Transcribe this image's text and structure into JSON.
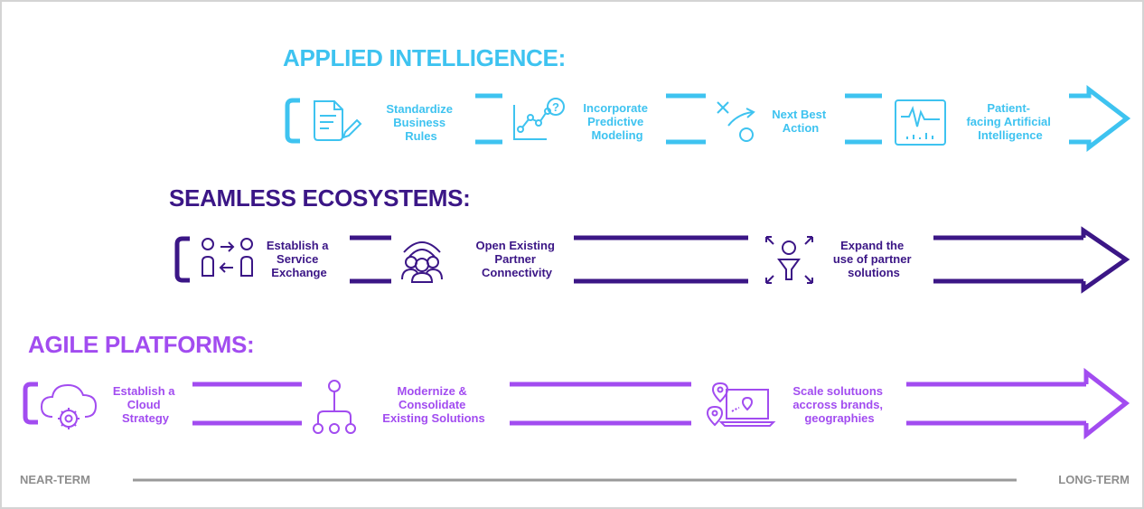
{
  "colors": {
    "applied": "#3ec3f0",
    "seamless": "#3b1686",
    "agile": "#a24cf0",
    "axis": "#9a9a9a"
  },
  "rows": {
    "applied": {
      "title": "APPLIED INTELLIGENCE:",
      "steps": [
        {
          "icon": "document-pencil-icon",
          "label": [
            "Standardize",
            "Business",
            "Rules"
          ]
        },
        {
          "icon": "chart-question-icon",
          "label": [
            "Incorporate",
            "Predictive",
            "Modeling"
          ]
        },
        {
          "icon": "play-strategy-icon",
          "label": [
            "Next Best",
            "Action"
          ]
        },
        {
          "icon": "monitor-waveform-icon",
          "label": [
            "Patient-",
            "facing Artificial",
            "Intelligence"
          ]
        }
      ]
    },
    "seamless": {
      "title": "SEAMLESS ECOSYSTEMS:",
      "steps": [
        {
          "icon": "people-exchange-icon",
          "label": [
            "Establish a",
            "Service",
            "Exchange"
          ]
        },
        {
          "icon": "group-wifi-icon",
          "label": [
            "Open Existing",
            "Partner",
            "Connectivity"
          ]
        },
        {
          "icon": "person-funnel-expand-icon",
          "label": [
            "Expand the",
            "use of partner",
            "solutions"
          ]
        }
      ]
    },
    "agile": {
      "title": "AGILE PLATFORMS:",
      "steps": [
        {
          "icon": "cloud-gear-icon",
          "label": [
            "Establish a",
            "Cloud",
            "Strategy"
          ]
        },
        {
          "icon": "hierarchy-tree-icon",
          "label": [
            "Modernize &",
            "Consolidate",
            "Existing Solutions"
          ]
        },
        {
          "icon": "laptop-location-icon",
          "label": [
            "Scale solutuons",
            "accross brands,",
            "geographies"
          ]
        }
      ]
    }
  },
  "timeline": {
    "start": "NEAR-TERM",
    "end": "LONG-TERM"
  }
}
